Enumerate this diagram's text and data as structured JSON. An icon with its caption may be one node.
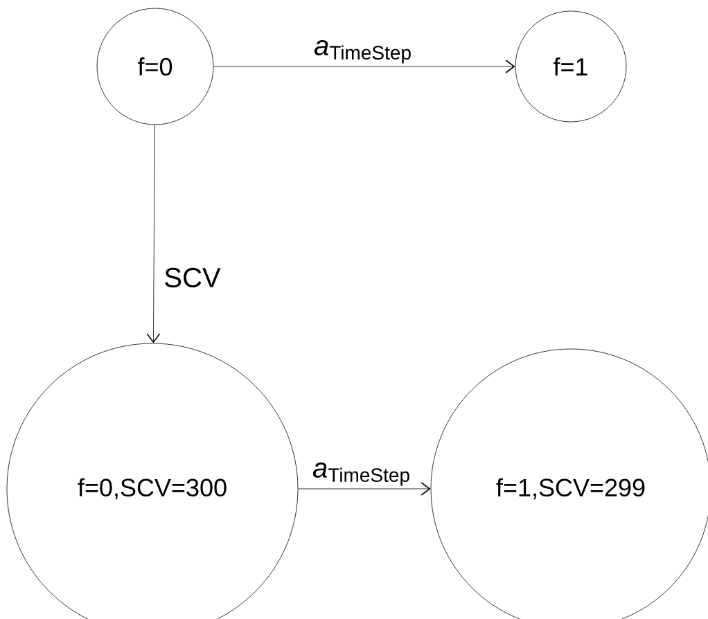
{
  "diagram": {
    "nodes": [
      {
        "text": [
          "f=0"
        ]
      },
      {
        "text": [
          "f=1"
        ]
      },
      {
        "text": [
          "f=0,SCV=300"
        ]
      },
      {
        "text": [
          "f=1,SCV=299"
        ]
      }
    ],
    "edges": [
      {
        "from": 0,
        "to": 1,
        "arrow": "to",
        "label": "*a*$_{TimeStep}$"
      },
      {
        "from": 0,
        "to": 2,
        "arrow": "to",
        "label": "SCV"
      },
      {
        "from": 2,
        "to": 3,
        "arrow": "to",
        "label": "*a*$_{TimeStep}$"
      }
    ]
  }
}
